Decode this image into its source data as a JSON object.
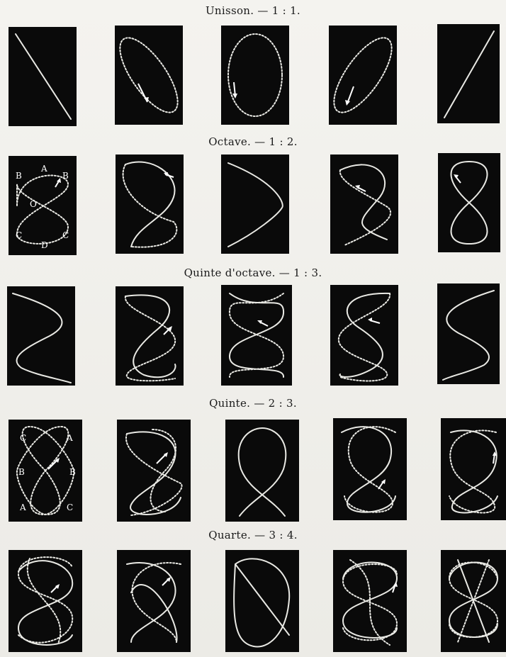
{
  "rows": [
    {
      "title": "Unisson. — 1 : 1."
    },
    {
      "title": "Octave. — 1 : 2."
    },
    {
      "title": "Quinte d'octave. — 1 : 3."
    },
    {
      "title": "Quinte. — 2 : 3."
    },
    {
      "title": "Quarte. — 3 : 4."
    }
  ],
  "labels": {
    "octave": [
      "B",
      "A",
      "B",
      "O",
      "C",
      "D",
      "C"
    ],
    "quinte": [
      "C",
      "A",
      "B",
      "B",
      "A",
      "C"
    ]
  },
  "colors": {
    "panel": "#0a0a0a",
    "curve": "#e9e9e4",
    "paper": "#f1f0ec"
  }
}
